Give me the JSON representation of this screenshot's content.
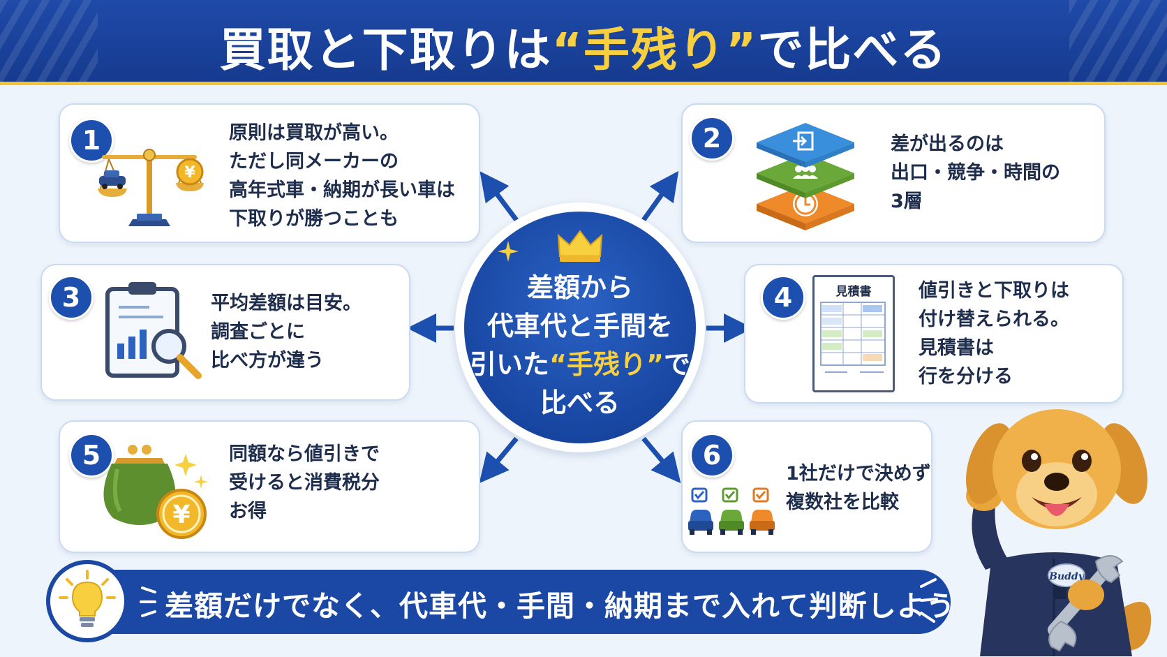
{
  "header": {
    "title_before": "買取と下取りは",
    "title_highlight": "“手残り”",
    "title_after": "で比べる"
  },
  "center": {
    "line1": "差額から",
    "line2": "代車代と手間を",
    "line3_before": "引いた",
    "line3_highlight": "“手残り”",
    "line3_after": "で",
    "line4": "比べる"
  },
  "cards": [
    {
      "number": "1",
      "lines": [
        "原則は買取が高い。",
        "ただし同メーカーの",
        "高年式車・納期が長い車は",
        "下取りが勝つことも"
      ],
      "icon": "scale-icon"
    },
    {
      "number": "2",
      "lines": [
        "差が出るのは",
        "出口・競争・時間の",
        "3層"
      ],
      "icon": "layers-icon"
    },
    {
      "number": "3",
      "lines": [
        "平均差額は目安。",
        "調査ごとに",
        "比べ方が違う"
      ],
      "icon": "clipboard-chart-icon"
    },
    {
      "number": "4",
      "lines": [
        "値引きと下取りは",
        "付け替えられる。",
        "見積書は",
        "行を分ける"
      ],
      "icon": "estimate-document-icon",
      "doc_title": "見積書"
    },
    {
      "number": "5",
      "lines": [
        "同額なら値引きで",
        "受けると消費税分",
        "お得"
      ],
      "icon": "purse-yen-icon"
    },
    {
      "number": "6",
      "lines": [
        "1社だけで決めず",
        "複数社を比較"
      ],
      "icon": "cars-checklist-icon"
    }
  ],
  "bottom": {
    "text": "差額だけでなく、代車代・手間・納期まで入れて判断しよう"
  },
  "mascot": {
    "badge_text": "Buddy"
  },
  "colors": {
    "primary_blue": "#1a48a4",
    "accent_yellow": "#f8cf3f",
    "background": "#eef4fb",
    "layer_blue": "#3a8fdc",
    "layer_green": "#6aa83a",
    "layer_orange": "#ee8a2a"
  }
}
